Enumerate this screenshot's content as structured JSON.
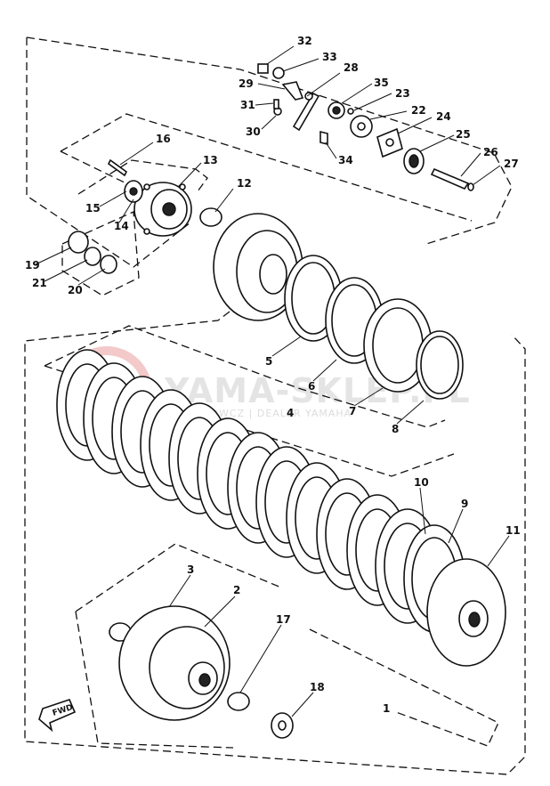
{
  "watermark": {
    "title": "YAMA-SKLEP.PL",
    "subtitle": "MECHOWCZ | DEALER YAMAHA"
  },
  "direction_marker": "FWD",
  "callouts": {
    "c1": "1",
    "c2": "2",
    "c3": "3",
    "c4": "4",
    "c5": "5",
    "c6": "6",
    "c7": "7",
    "c8": "8",
    "c9": "9",
    "c10": "10",
    "c11": "11",
    "c12": "12",
    "c13": "13",
    "c14": "14",
    "c15": "15",
    "c16": "16",
    "c17": "17",
    "c18": "18",
    "c19": "19",
    "c20": "20",
    "c21": "21",
    "c22": "22",
    "c23": "23",
    "c24": "24",
    "c25": "25",
    "c26": "26",
    "c27": "27",
    "c28": "28",
    "c29": "29",
    "c30": "30",
    "c31": "31",
    "c32": "32",
    "c33": "33",
    "c34": "34",
    "c35": "35"
  }
}
